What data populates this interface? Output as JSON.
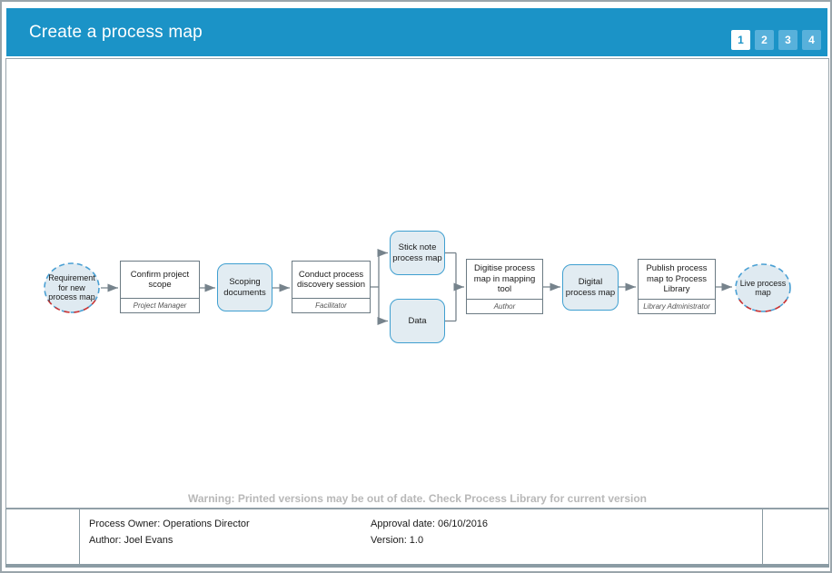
{
  "header": {
    "title": "Create a process map",
    "page_buttons": [
      "1",
      "2",
      "3",
      "4"
    ],
    "active_page": "1"
  },
  "diagram": {
    "nodes": [
      {
        "id": "start",
        "type": "start-ellipse",
        "label": "Requirement for new process map"
      },
      {
        "id": "confirm-scope",
        "type": "process-box",
        "label": "Confirm project scope",
        "role": "Project Manager"
      },
      {
        "id": "scoping-documents",
        "type": "deliverable",
        "label": "Scoping documents"
      },
      {
        "id": "discovery-session",
        "type": "process-box",
        "label": "Conduct process discovery session",
        "role": "Facilitator"
      },
      {
        "id": "stick-note-map",
        "type": "deliverable",
        "label": "Stick note process map"
      },
      {
        "id": "data",
        "type": "deliverable",
        "label": "Data"
      },
      {
        "id": "digitise",
        "type": "process-box",
        "label": "Digitise process map in mapping tool",
        "role": "Author"
      },
      {
        "id": "digital-map",
        "type": "deliverable",
        "label": "Digital process map"
      },
      {
        "id": "publish",
        "type": "process-box",
        "label": "Publish process map to Process Library",
        "role": "Library Administrator"
      },
      {
        "id": "end",
        "type": "end-ellipse",
        "label": "Live process map"
      }
    ]
  },
  "warning": {
    "text": "Warning: Printed versions may be out of date. Check Process Library for current version"
  },
  "footer": {
    "process_owner": "Process Owner: Operations Director",
    "author": "Author: Joel Evans",
    "approval_date": "Approval date: 06/10/2016",
    "version": "Version: 1.0"
  },
  "colors": {
    "header_blue": "#1b93c7",
    "page_button_blue": "#58b1db",
    "node_fill": "#e2ecf2",
    "node_border_blue": "#3f9fd0",
    "box_border": "#6b7a83",
    "connector_gray": "#76838c",
    "deadline_red": "#cc3333",
    "warning_gray": "#b8b8b8"
  }
}
